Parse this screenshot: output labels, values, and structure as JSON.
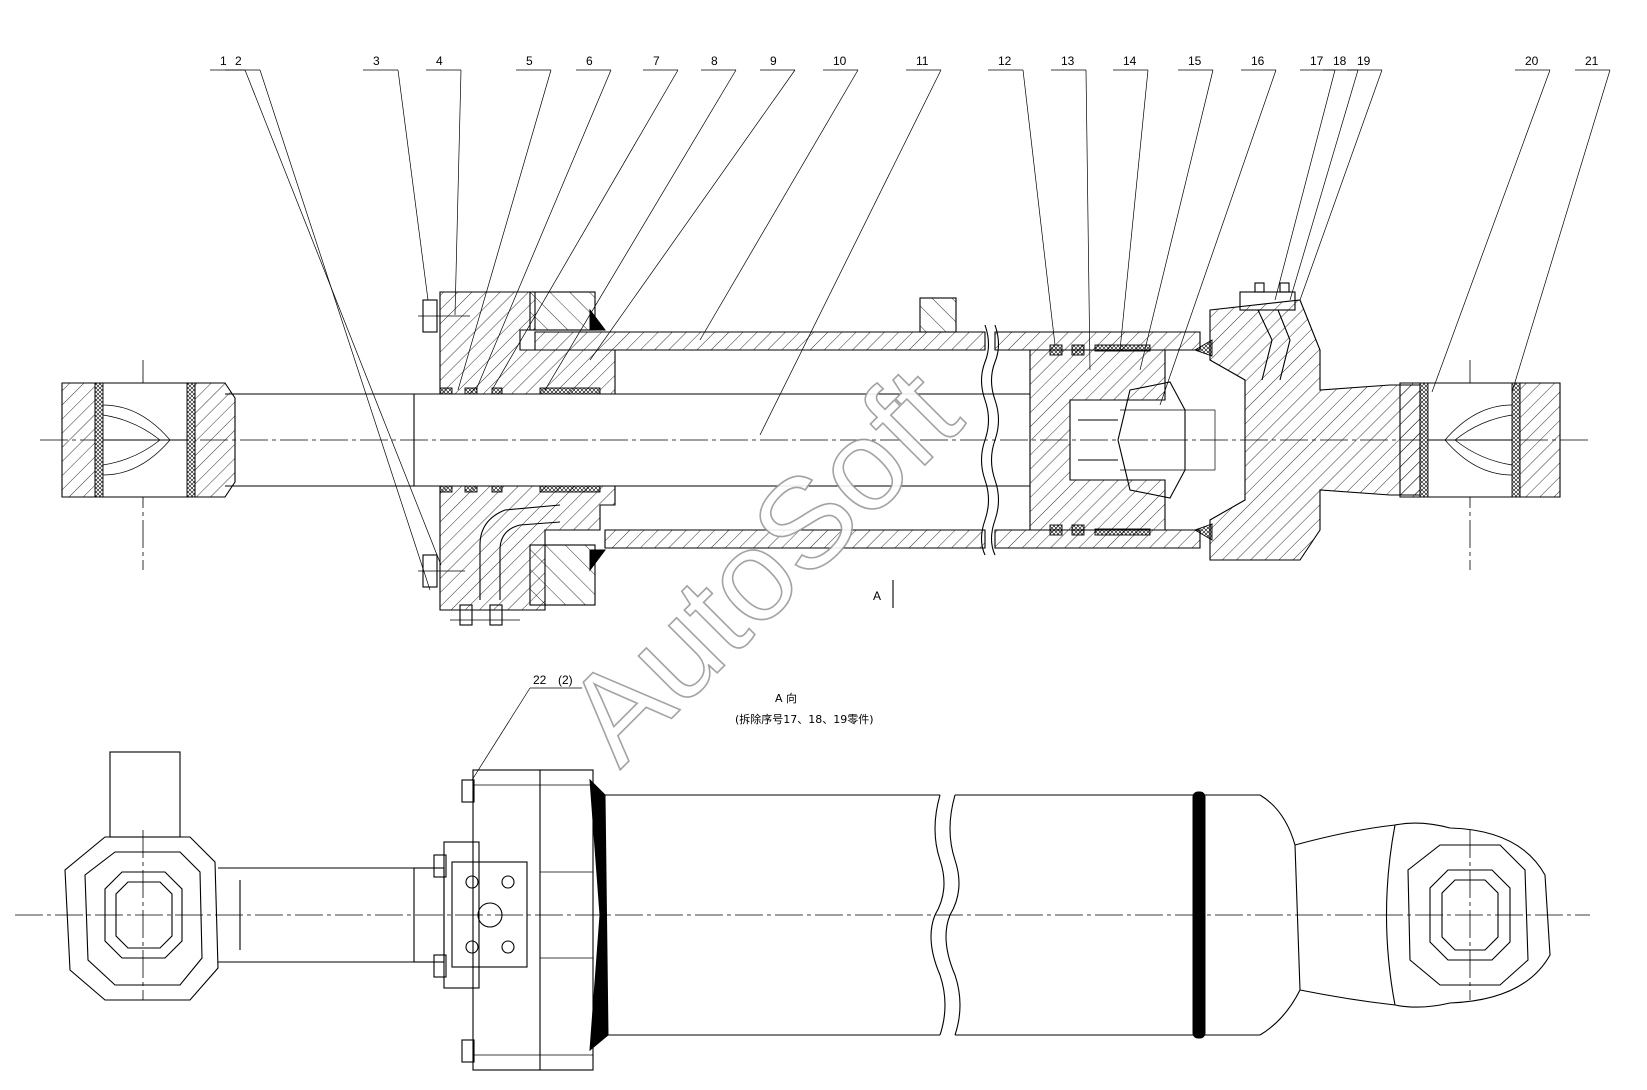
{
  "part_labels": [
    "1",
    "2",
    "3",
    "4",
    "5",
    "6",
    "7",
    "8",
    "9",
    "10",
    "11",
    "12",
    "13",
    "14",
    "15",
    "16",
    "17",
    "18",
    "19",
    "20",
    "21"
  ],
  "view_marker": "A",
  "view_title": "A  向",
  "view_note": "(拆除序号17、18、19零件)",
  "bolt_callout": {
    "number": "22",
    "qty": "(2)"
  },
  "watermark": "AutoSoft"
}
